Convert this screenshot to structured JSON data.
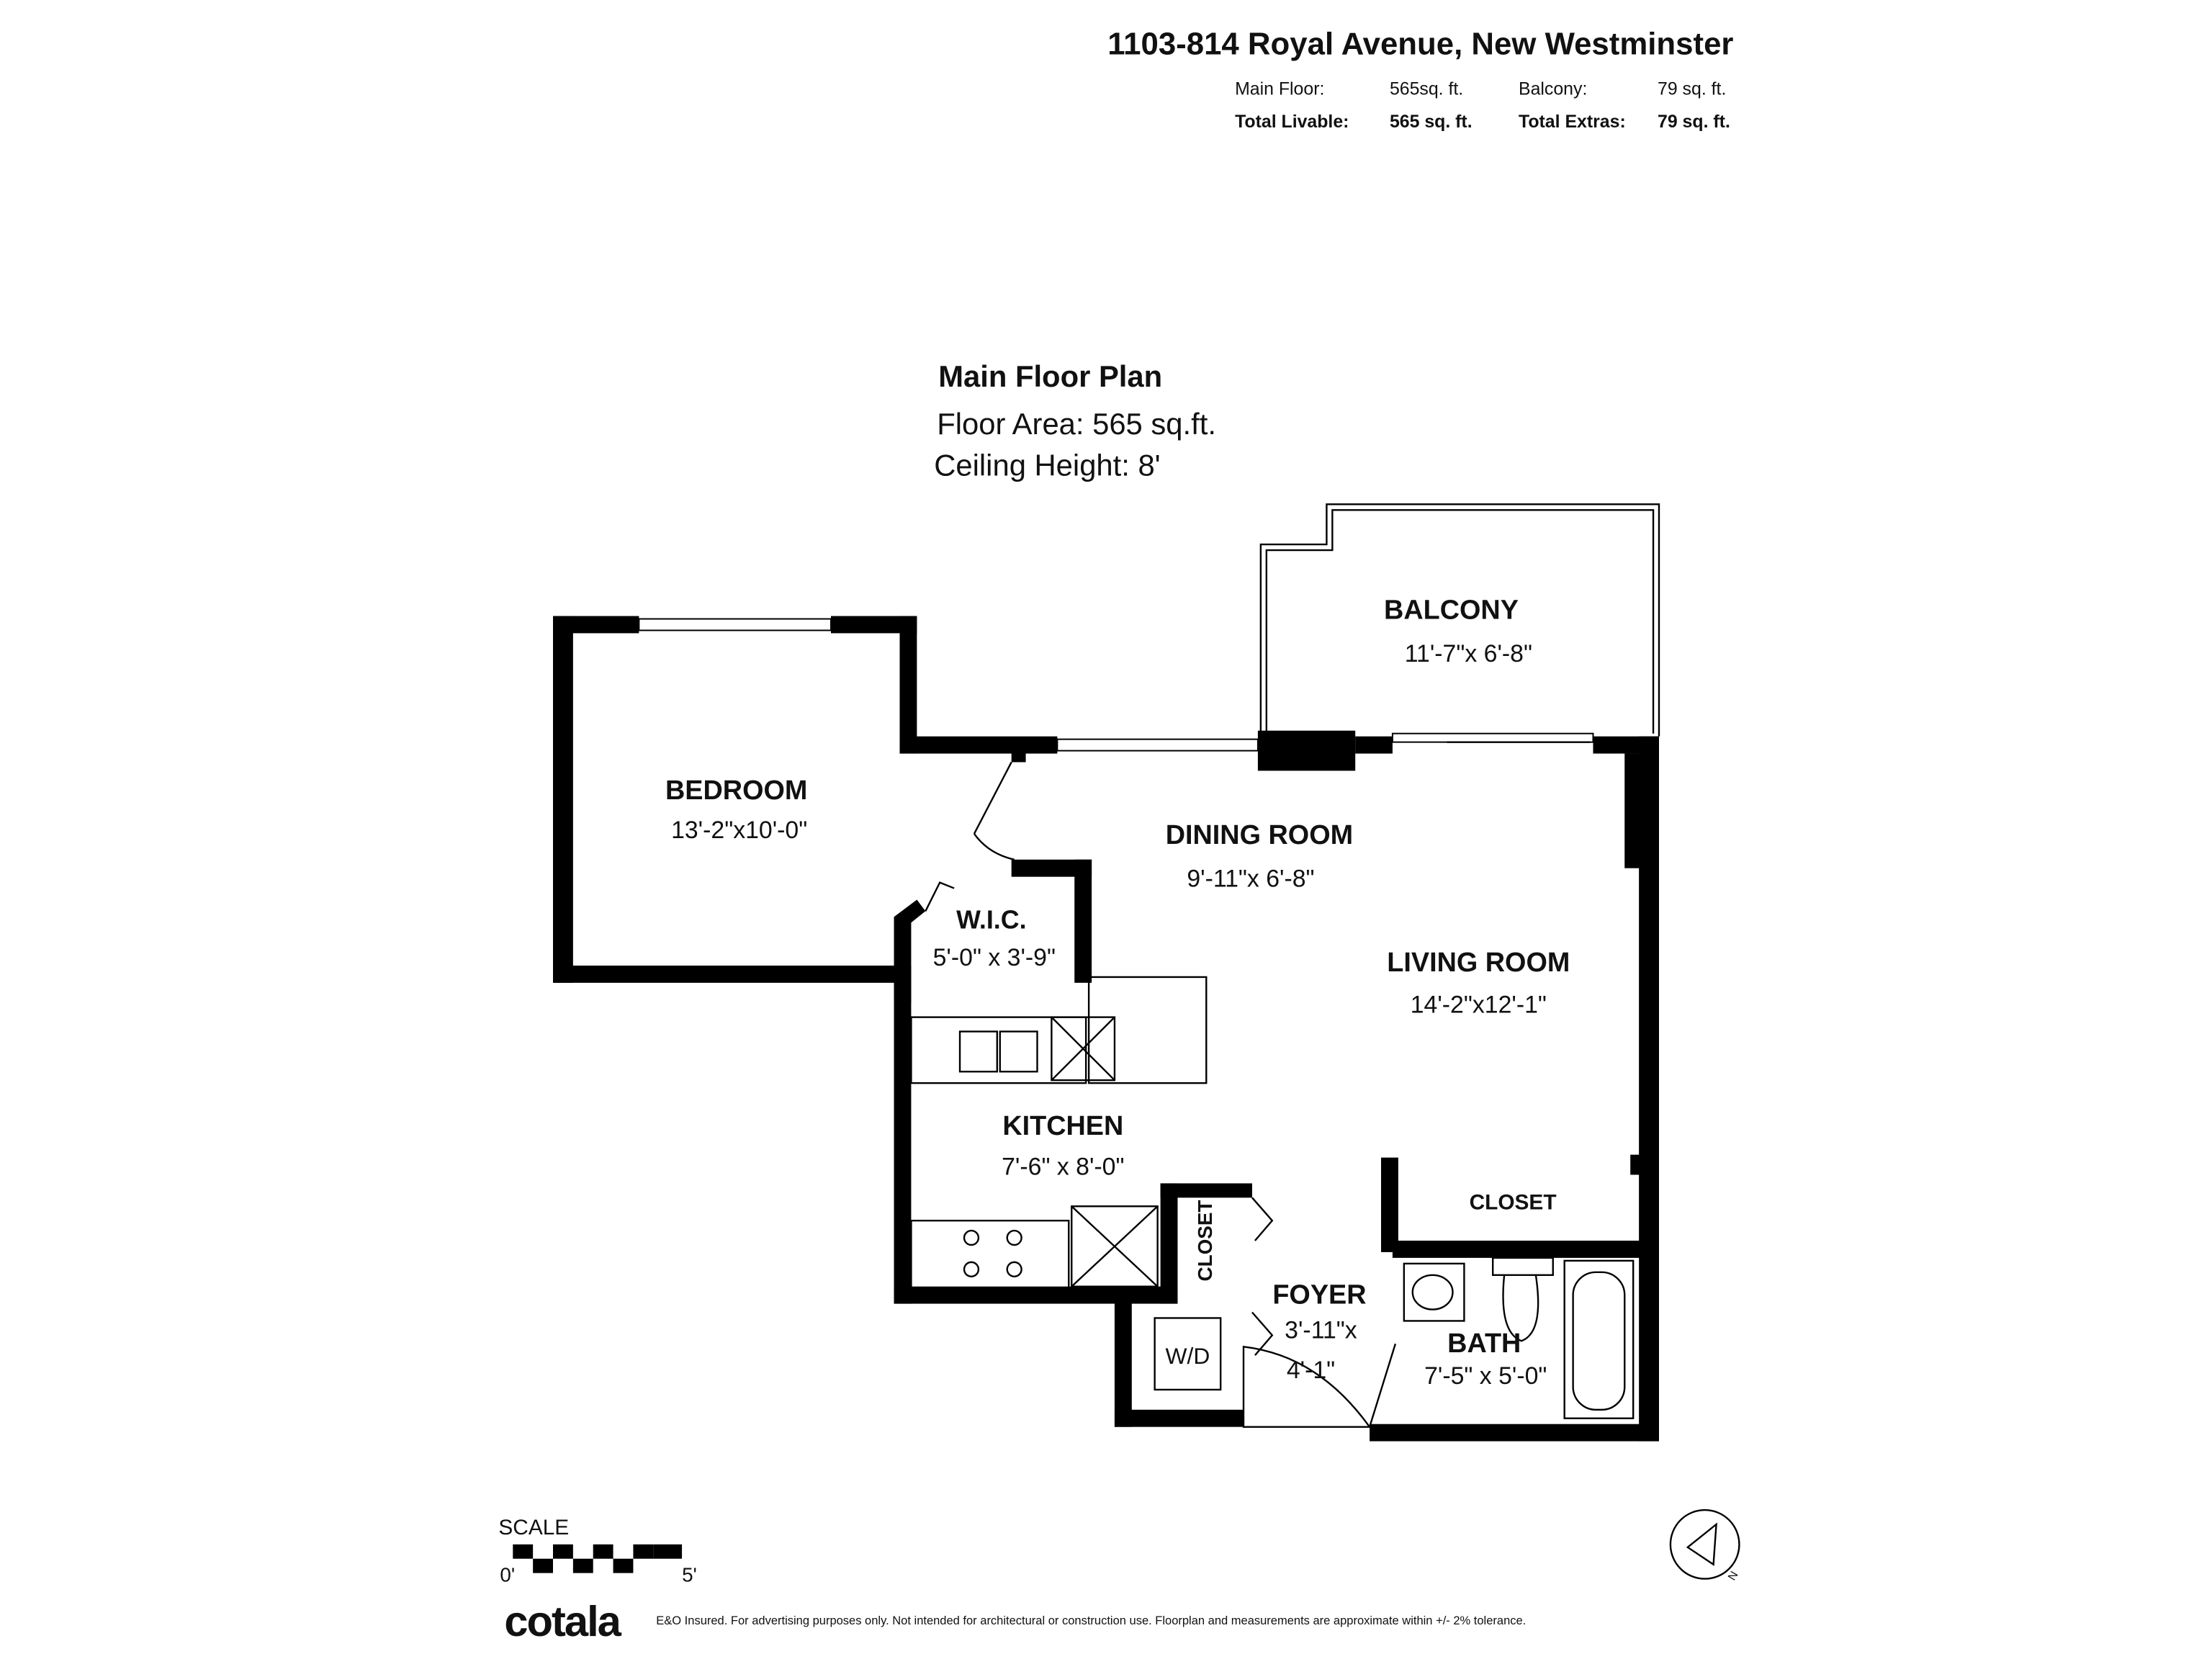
{
  "header": {
    "address": "1103-814 Royal Avenue, New Westminster",
    "main_floor_label": "Main Floor:",
    "main_floor_value": "565sq. ft.",
    "balcony_label": "Balcony:",
    "balcony_value": "79 sq. ft.",
    "total_livable_label": "Total Livable:",
    "total_livable_value": "565 sq. ft.",
    "total_extras_label": "Total Extras:",
    "total_extras_value": "79 sq. ft."
  },
  "plan": {
    "title": "Main Floor Plan",
    "floor_area": "Floor Area: 565 sq.ft.",
    "ceiling_height": "Ceiling Height: 8'"
  },
  "rooms": {
    "balcony": {
      "name": "BALCONY",
      "dims": "11'-7\"x 6'-8\""
    },
    "bedroom": {
      "name": "BEDROOM",
      "dims": "13'-2\"x10'-0\""
    },
    "dining": {
      "name": "DINING ROOM",
      "dims": "9'-11\"x 6'-8\""
    },
    "wic": {
      "name": "W.I.C.",
      "dims": "5'-0\" x 3'-9\""
    },
    "living": {
      "name": "LIVING ROOM",
      "dims": "14'-2\"x12'-1\""
    },
    "kitchen": {
      "name": "KITCHEN",
      "dims": "7'-6\" x 8'-0\""
    },
    "closet_living": {
      "name": "CLOSET"
    },
    "closet_foyer": {
      "name": "CLOSET"
    },
    "foyer": {
      "name": "FOYER",
      "dims_line1": "3'-11\"x",
      "dims_line2": "4'-1\""
    },
    "bath": {
      "name": "BATH",
      "dims": "7'-5\" x 5'-0\""
    },
    "washer_dryer": {
      "name": "W/D"
    }
  },
  "scale": {
    "label": "SCALE",
    "start": "0'",
    "end": "5'"
  },
  "compass": {
    "letter": "N"
  },
  "footer": {
    "logo": "cotala",
    "disclaimer": "E&O Insured. For advertising purposes only. Not intended for architectural or construction use. Floorplan and measurements are approximate within +/- 2% tolerance."
  }
}
